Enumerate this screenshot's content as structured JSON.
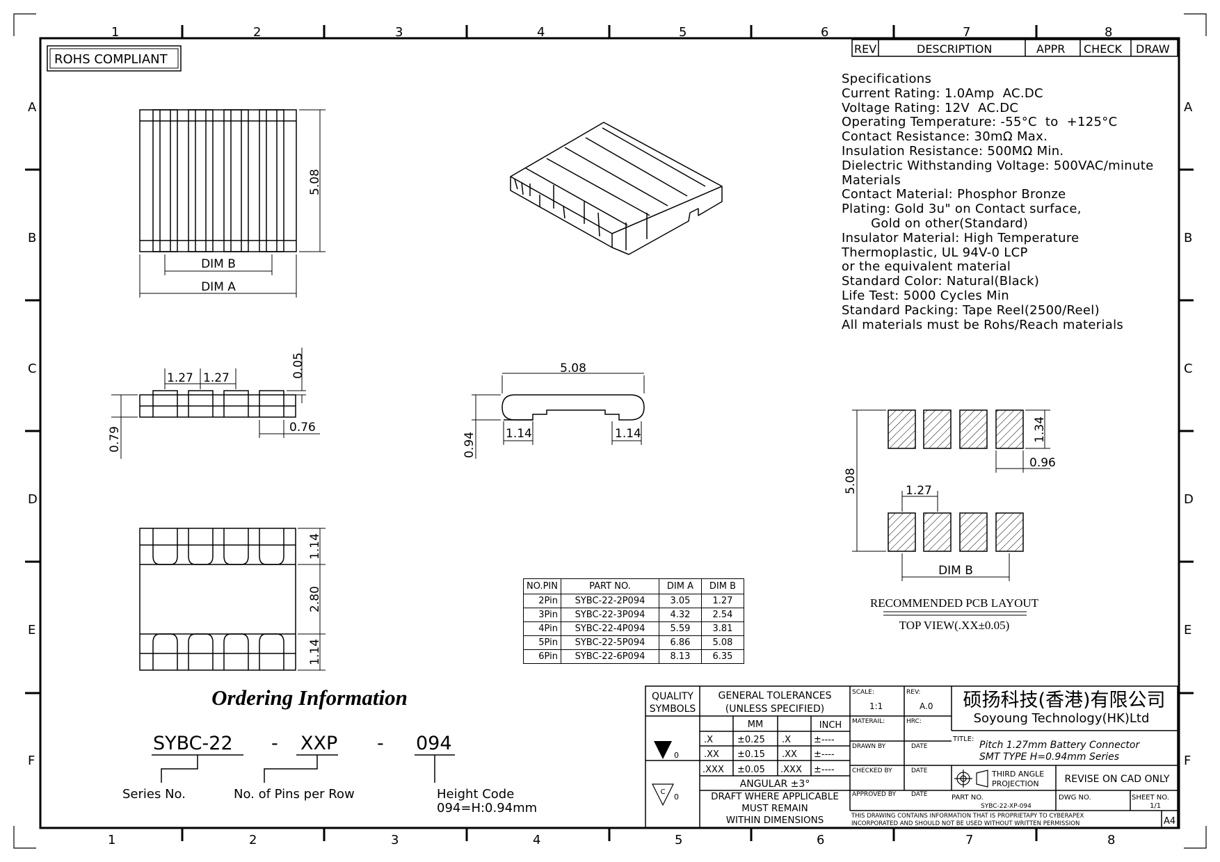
{
  "frame": {
    "col_numbers": [
      "1",
      "2",
      "3",
      "4",
      "5",
      "6",
      "7",
      "8"
    ],
    "row_letters": [
      "A",
      "B",
      "C",
      "D",
      "E",
      "F"
    ]
  },
  "rohs_label": "ROHS COMPLIANT",
  "revision_table": {
    "headers": [
      "REV",
      "DESCRIPTION",
      "APPR",
      "CHECK",
      "DRAW"
    ]
  },
  "specifications": [
    "Specifications",
    "Current Rating: 1.0Amp  AC.DC",
    "Voltage Rating: 12V  AC.DC",
    "Operating Temperature: -55°C  to  +125°C",
    "Contact Resistance: 30mΩ Max.",
    "Insulation Resistance: 500MΩ Min.",
    "Dielectric Withstanding Voltage: 500VAC/minute",
    "Materials",
    "Contact Material: Phosphor Bronze",
    "Plating: Gold 3u\" on Contact surface,",
    "       Gold on other(Standard)",
    "Insulator Material: High Temperature",
    "Thermoplastic, UL 94V-0 LCP",
    "or the equivalent material",
    "Standard Color: Natural(Black)",
    "Life Test: 5000 Cycles Min",
    "Standard Packing: Tape Reel(2500/Reel)",
    "All materials must be Rohs/Reach materials"
  ],
  "dims": {
    "height_5_08": "5.08",
    "dim_b": "DIM B",
    "dim_a": "DIM A",
    "pitch_1": "1.27",
    "pitch_2": "1.27",
    "d_0_05": "0.05",
    "d_0_79": "0.79",
    "d_0_76": "0.76",
    "side_5_08": "5.08",
    "side_0_94": "0.94",
    "side_1_14a": "1.14",
    "side_1_14b": "1.14",
    "bot_1_14a": "1.14",
    "bot_2_80": "2.80",
    "bot_1_14b": "1.14",
    "pcb_1_34": "1.34",
    "pcb_0_96": "0.96",
    "pcb_5_08": "5.08",
    "pcb_1_27": "1.27",
    "pcb_dim_b": "DIM B"
  },
  "pcb_layout": {
    "title": "RECOMMENDED PCB LAYOUT",
    "subtitle": "TOP VIEW(.XX±0.05)"
  },
  "part_table": {
    "headers": [
      "NO.PIN",
      "PART NO.",
      "DIM A",
      "DIM B"
    ],
    "rows": [
      [
        "2Pin",
        "SYBC-22-2P094",
        "3.05",
        "1.27"
      ],
      [
        "3Pin",
        "SYBC-22-3P094",
        "4.32",
        "2.54"
      ],
      [
        "4Pin",
        "SYBC-22-4P094",
        "5.59",
        "3.81"
      ],
      [
        "5Pin",
        "SYBC-22-5P094",
        "6.86",
        "5.08"
      ],
      [
        "6Pin",
        "SYBC-22-6P094",
        "8.13",
        "6.35"
      ]
    ]
  },
  "ordering": {
    "title": "Ordering Information",
    "code_a": "SYBC-22",
    "dash_1": "-",
    "code_b": "XXP",
    "dash_2": "-",
    "code_c": "094",
    "label_a": "Series No.",
    "label_b": "No. of Pins per Row",
    "label_c1": "Height Code",
    "label_c2": "094=H:0.94mm"
  },
  "title_block": {
    "quality_1": "QUALITY",
    "quality_2": "SYMBOLS",
    "sym_1": "0",
    "sym_2_inner": "C",
    "sym_2": "0",
    "tol_1": "GENERAL TOLERANCES",
    "tol_2": "(UNLESS SPECIFIED)",
    "mm": "MM",
    "inch": "INCH",
    "tol_rows": [
      [
        ".X",
        "±0.25",
        ".X",
        "±----"
      ],
      [
        ".XX",
        "±0.15",
        ".XX",
        "±----"
      ],
      [
        ".XXX",
        "±0.05",
        ".XXX",
        "±----"
      ]
    ],
    "angular": "ANGULAR ±3°",
    "draft_1": "DRAFT WHERE APPLICABLE",
    "draft_2": "MUST REMAIN",
    "draft_3": "WITHIN DIMENSIONS",
    "scale_label": "SCALE:",
    "scale": "1:1",
    "rev_label": "REV:",
    "rev": "A.0",
    "material_label": "MATERAIL:",
    "hrc_label": "HRC:",
    "drawn_by": "DRAWN BY",
    "date_1": "DATE",
    "checked_by": "CHECKED BY",
    "date_2": "DATE",
    "approved_by": "APPROVED BY",
    "date_3": "DATE",
    "company_cn": "硕扬科技(香港)有限公司",
    "company_en": "Soyoung Technology(HK)Ltd",
    "title_label": "TITLE:",
    "title_1": "Pitch 1.27mm Battery Connector",
    "title_2": "SMT TYPE H=0.94mm Series",
    "proj_1": "THIRD ANGLE",
    "proj_2": "PROJECTION",
    "revise": "REVISE ON CAD ONLY",
    "part_no_label": "PART NO.",
    "part_no": "SYBC-22-XP-094",
    "dwg_no_label": "DWG NO.",
    "sheet_no_label": "SHEET NO.",
    "sheet_no": "1/1",
    "notice_1": "THIS DRAWING CONTAINS INFORMATION THAT IS PROPRIETAPY TO CYBERAPEX",
    "notice_2": "INCORPORATED AND SHOULD NOT BE USED WITHOUT WRITTEN PERMISSION",
    "size": "A4"
  }
}
